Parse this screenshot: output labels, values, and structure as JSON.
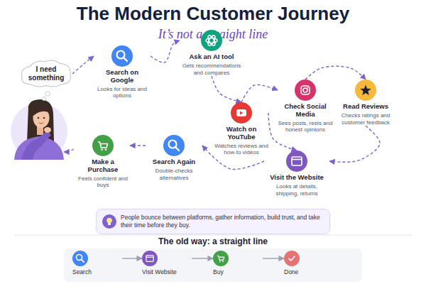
{
  "diagram": {
    "title": "The Modern Customer Journey",
    "nodes": [
      {
        "text": [
          "I need something"
        ]
      },
      {
        "text": [
          "Search on Google",
          "Looks for ideas and options"
        ]
      },
      {
        "text": [
          "Ask an AI tool",
          "Gets recommendations and compares"
        ]
      },
      {
        "text": [
          "Watch on YouTube",
          "Watches reviews and how-to videos"
        ]
      },
      {
        "text": [
          "Check Social Media",
          "Sees posts, reels and honest opinions"
        ]
      },
      {
        "text": [
          "Read Reviews",
          "Checks ratings and customer feedback"
        ]
      },
      {
        "text": [
          "Visit the Website",
          "Looks at details, shipping, returns"
        ]
      },
      {
        "text": [
          "Search Again",
          "Double-checks alternatives"
        ]
      },
      {
        "text": [
          "Make a Purchase",
          "Feels confident and buys"
        ]
      },
      {
        "text": [
          "People bounce between platforms, gather information, build trust, and take their time before they buy."
        ]
      },
      {
        "text": [
          "Search"
        ]
      },
      {
        "text": [
          "Visit Website"
        ]
      },
      {
        "text": [
          "Buy"
        ]
      },
      {
        "text": [
          "Done"
        ]
      }
    ],
    "edges": [
      {
        "from": 0,
        "to": 1,
        "arrow": "to"
      },
      {
        "from": 1,
        "to": 2,
        "arrow": "to"
      },
      {
        "from": 2,
        "to": 3,
        "arrow": "to"
      },
      {
        "from": 3,
        "to": 4,
        "arrow": "to"
      },
      {
        "from": 4,
        "to": 5,
        "arrow": "to"
      },
      {
        "from": 5,
        "to": 6,
        "arrow": "to"
      },
      {
        "from": 3,
        "to": 6,
        "arrow": "to"
      },
      {
        "from": 6,
        "to": 7,
        "arrow": "to"
      },
      {
        "from": 7,
        "to": 8,
        "arrow": "to"
      },
      {
        "from": 10,
        "to": 11,
        "arrow": "to"
      },
      {
        "from": 11,
        "to": 12,
        "arrow": "to"
      },
      {
        "from": 12,
        "to": 13,
        "arrow": "to"
      }
    ],
    "labels": [
      "It’s not a straight line",
      "The old way: a straight line"
    ]
  }
}
